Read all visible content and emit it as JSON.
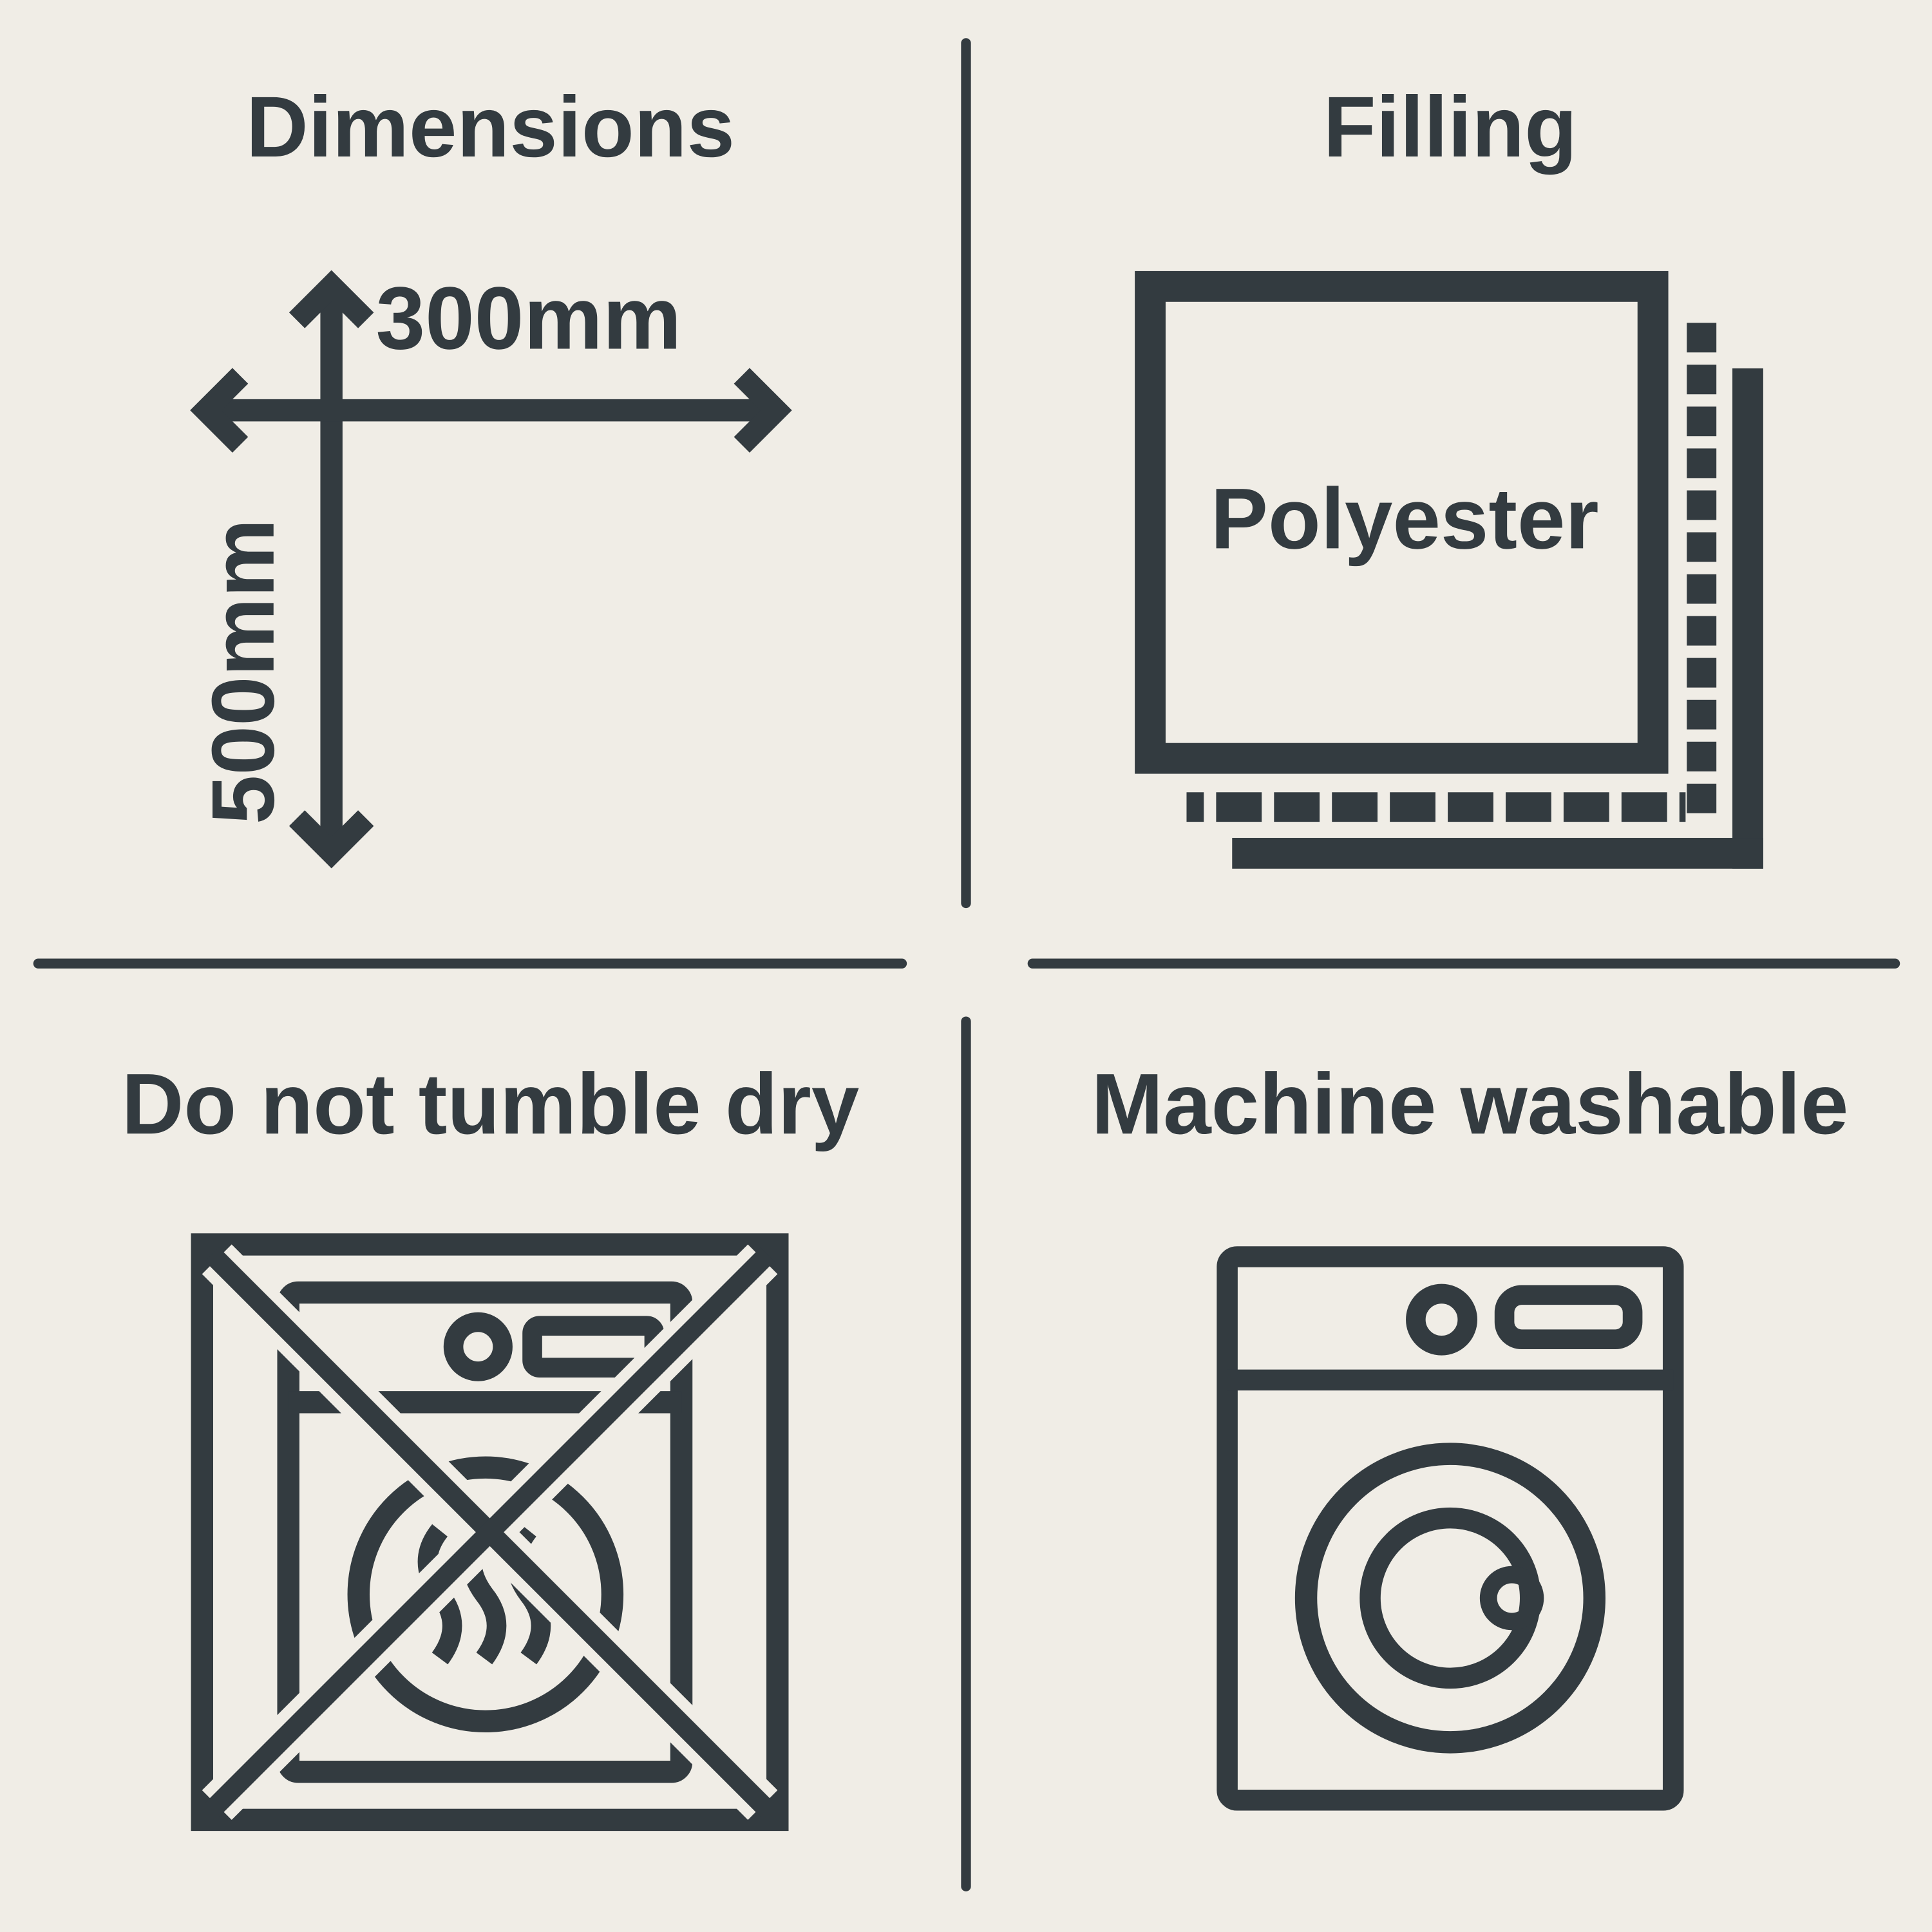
{
  "colors": {
    "background": "#f0ede6",
    "ink": "#333b40"
  },
  "dimensions": {
    "title": "Dimensions",
    "width_label": "300mm",
    "height_label": "500mm",
    "icon": "dimension-arrows-icon"
  },
  "filling": {
    "title": "Filling",
    "material": "Polyester",
    "icon": "fabric-layers-icon"
  },
  "tumble": {
    "title": "Do not tumble dry",
    "icon": "no-tumble-dry-icon"
  },
  "washing": {
    "title": "Machine washable",
    "icon": "washing-machine-icon"
  }
}
